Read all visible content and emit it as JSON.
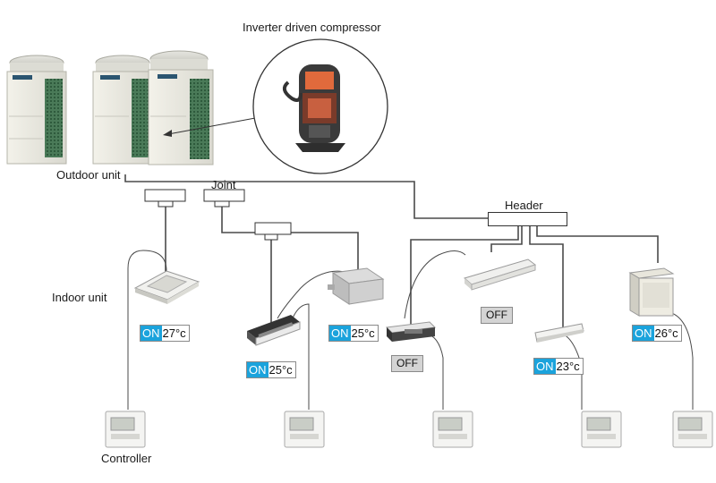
{
  "labels": {
    "compressor": "Inverter driven compressor",
    "outdoor_unit": "Outdoor unit",
    "joint": "Joint",
    "header": "Header",
    "indoor_unit": "Indoor unit",
    "controller": "Controller"
  },
  "indoor_status": [
    {
      "state": "ON",
      "temp": "27°c"
    },
    {
      "state": "ON",
      "temp": "25°c"
    },
    {
      "state": "ON",
      "temp": "25°c"
    },
    {
      "state": "OFF",
      "temp": ""
    },
    {
      "state": "OFF",
      "temp": ""
    },
    {
      "state": "ON",
      "temp": "23°c"
    },
    {
      "state": "ON",
      "temp": "26°c"
    }
  ],
  "colors": {
    "on_badge": "#1ba3dc",
    "off_badge": "#d4d4d4",
    "unit_body": "#ecebe4"
  },
  "icons": [
    "outdoor-unit-icon",
    "compressor-icon",
    "cassette-unit-icon",
    "ducted-unit-icon",
    "ceiling-suspended-unit-icon",
    "wall-mounted-unit-icon",
    "floor-console-unit-icon",
    "remote-controller-icon"
  ]
}
